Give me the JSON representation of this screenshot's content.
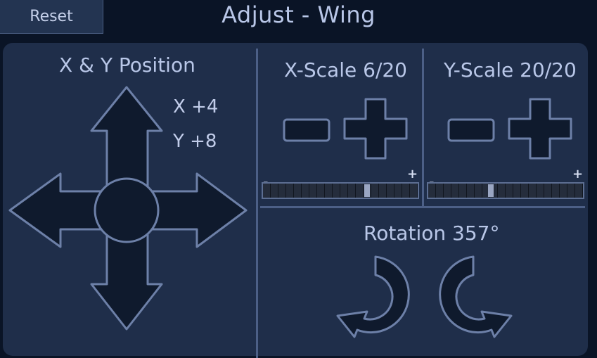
{
  "header": {
    "reset_label": "Reset",
    "title": "Adjust - Wing"
  },
  "position": {
    "title": "X & Y Position",
    "x_readout": "X +4",
    "y_readout": "Y +8"
  },
  "x_scale": {
    "title": "X-Scale 6/20",
    "value": 6,
    "max": 20,
    "minus_sign": "-",
    "plus_sign": "+",
    "slider_level": 0.68
  },
  "y_scale": {
    "title": "Y-Scale 20/20",
    "value": 20,
    "max": 20,
    "minus_sign": "-",
    "plus_sign": "+",
    "slider_level": 0.4
  },
  "rotation": {
    "title": "Rotation 357°"
  },
  "colors": {
    "background": "#0a1426",
    "panel": "#1f2e4a",
    "icon_fill": "#0f1a2d",
    "icon_stroke": "#6d80a8",
    "text": "#b9c7e8"
  },
  "icons": [
    "up-arrow-icon",
    "down-arrow-icon",
    "left-arrow-icon",
    "right-arrow-icon",
    "minus-icon",
    "plus-icon",
    "rotate-clockwise-icon",
    "rotate-counterclockwise-icon"
  ]
}
